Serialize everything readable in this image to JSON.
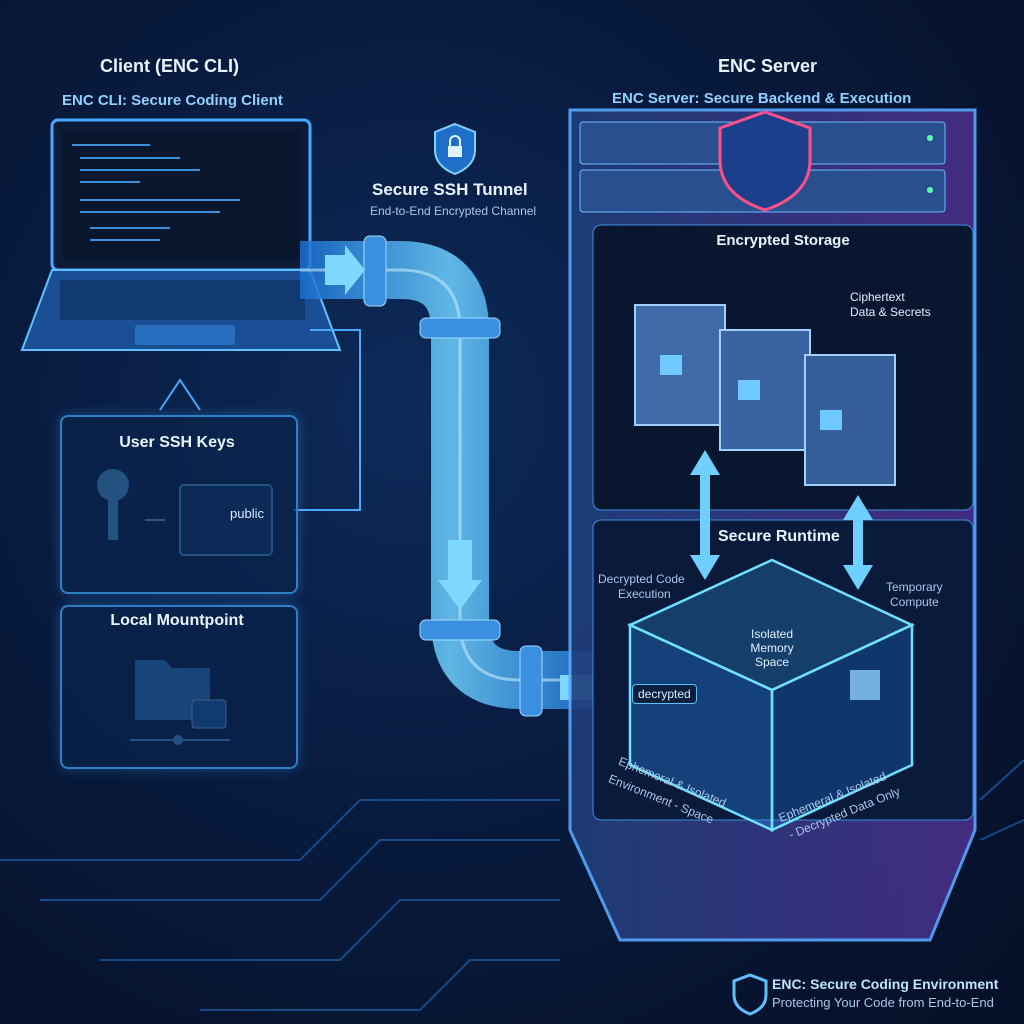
{
  "client": {
    "title": "Client (ENC CLI)",
    "subtitle": "ENC CLI: Secure Coding Client"
  },
  "keys": {
    "title": "User SSH Keys",
    "public_label": "public"
  },
  "mount": {
    "title": "Local Mountpoint"
  },
  "tunnel": {
    "title": "Secure SSH Tunnel",
    "subtitle": "End-to-End Encrypted Channel",
    "decrypted_label": "decrypted"
  },
  "server": {
    "title": "ENC Server",
    "subtitle": "ENC Server: Secure Backend & Execution"
  },
  "storage": {
    "title": "Encrypted Storage",
    "ciphertext": "Ciphertext",
    "ciphertext2": "Data & Secrets"
  },
  "runtime": {
    "title": "Secure Runtime",
    "decrypted_exec": "Decrypted Code",
    "decrypted_exec2": "Execution",
    "temp": "Temporary",
    "temp2": "Compute",
    "isolated": "Isolated",
    "isolated2": "Memory",
    "isolated3": "Space",
    "ephemeral_left": "Ephemeral & Isolated",
    "ephemeral_left2": "Environment - Space",
    "ephemeral_right": "Ephemeral & Isolated",
    "ephemeral_right2": "- Decrypted Data Only"
  },
  "footer": {
    "title": "ENC: Secure Coding Environment",
    "tagline": "Protecting Your Code from End-to-End"
  },
  "colors": {
    "accent": "#3fb4ff",
    "bg": "#081a3c",
    "purple": "#8a4fd8"
  }
}
